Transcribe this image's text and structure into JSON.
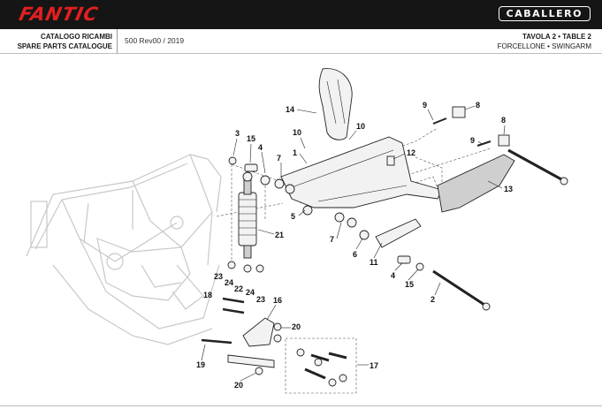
{
  "header": {
    "brand": "FANTIC",
    "model": "CABALLERO"
  },
  "catalogue": {
    "line1": "CATALOGO RICAMBI",
    "line2": "SPARE PARTS CATALOGUE",
    "revision": "500 Rev00 / 2019"
  },
  "table": {
    "line1": "TAVOLA 2 • TABLE 2",
    "line2": "FORCELLONE • SWINGARM"
  },
  "callouts": {
    "c1": "1",
    "c2": "2",
    "c3": "3",
    "c4a": "4",
    "c4b": "4",
    "c5": "5",
    "c6": "6",
    "c7a": "7",
    "c7b": "7",
    "c8a": "8",
    "c8b": "8",
    "c9a": "9",
    "c9b": "9",
    "c10a": "10",
    "c10b": "10",
    "c11": "11",
    "c12": "12",
    "c13": "13",
    "c14": "14",
    "c15a": "15",
    "c15b": "15",
    "c16": "16",
    "c17": "17",
    "c18": "18",
    "c19": "19",
    "c20a": "20",
    "c20b": "20",
    "c21": "21",
    "c22": "22",
    "c23a": "23",
    "c23b": "23",
    "c24a": "24",
    "c24b": "24"
  }
}
